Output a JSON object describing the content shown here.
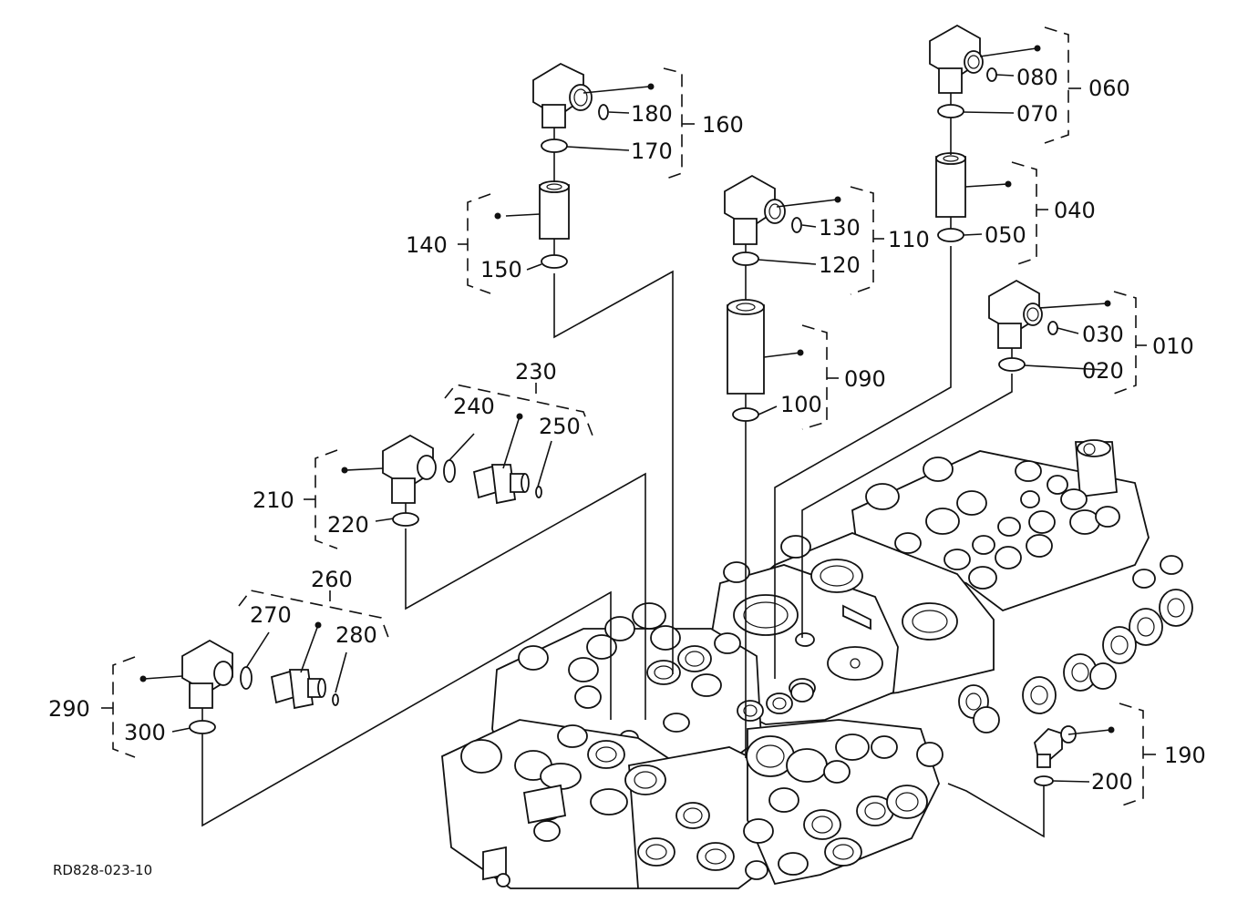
{
  "drawing_code": "RD828-023-10",
  "callouts": [
    {
      "id": "010",
      "text": "010"
    },
    {
      "id": "020",
      "text": "020"
    },
    {
      "id": "030",
      "text": "030"
    },
    {
      "id": "040",
      "text": "040"
    },
    {
      "id": "050",
      "text": "050"
    },
    {
      "id": "060",
      "text": "060"
    },
    {
      "id": "070",
      "text": "070"
    },
    {
      "id": "080",
      "text": "080"
    },
    {
      "id": "090",
      "text": "090"
    },
    {
      "id": "100",
      "text": "100"
    },
    {
      "id": "110",
      "text": "110"
    },
    {
      "id": "120",
      "text": "120"
    },
    {
      "id": "130",
      "text": "130"
    },
    {
      "id": "140",
      "text": "140"
    },
    {
      "id": "150",
      "text": "150"
    },
    {
      "id": "160",
      "text": "160"
    },
    {
      "id": "170",
      "text": "170"
    },
    {
      "id": "180",
      "text": "180"
    },
    {
      "id": "190",
      "text": "190"
    },
    {
      "id": "200",
      "text": "200"
    },
    {
      "id": "210",
      "text": "210"
    },
    {
      "id": "220",
      "text": "220"
    },
    {
      "id": "230",
      "text": "230"
    },
    {
      "id": "240",
      "text": "240"
    },
    {
      "id": "250",
      "text": "250"
    },
    {
      "id": "260",
      "text": "260"
    },
    {
      "id": "270",
      "text": "270"
    },
    {
      "id": "280",
      "text": "280"
    },
    {
      "id": "290",
      "text": "290"
    },
    {
      "id": "300",
      "text": "300"
    }
  ]
}
